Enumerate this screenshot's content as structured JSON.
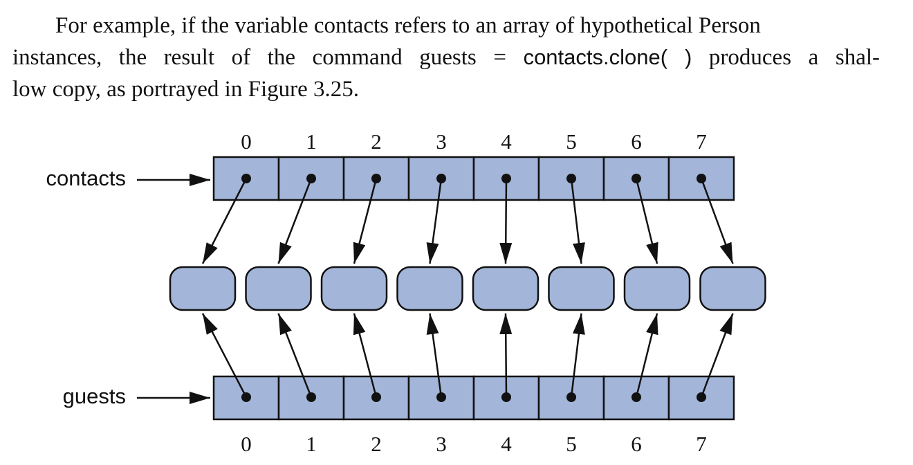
{
  "paragraph": {
    "line1": "For example, if the variable contacts refers to an array of hypothetical Person",
    "line2_pre": "instances, the result of the command guests",
    "line2_eq": " = ",
    "line2_code": "contacts.clone( )",
    "line2_post": " produces a shal-",
    "line3": "low copy, as portrayed in Figure 3.25."
  },
  "figure": {
    "top_array_label": "contacts",
    "bottom_array_label": "guests",
    "indices": [
      "0",
      "1",
      "2",
      "3",
      "4",
      "5",
      "6",
      "7"
    ],
    "element_count": 8,
    "colors": {
      "cell_fill": "#a3b5d8",
      "stroke": "#111111"
    }
  }
}
